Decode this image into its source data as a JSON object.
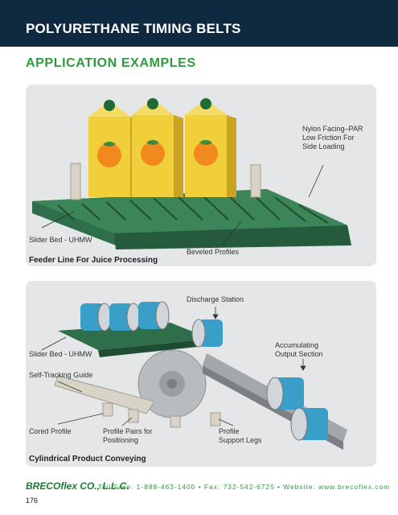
{
  "header": {
    "title": "POLYURETHANE TIMING BELTS"
  },
  "section": {
    "title": "APPLICATION EXAMPLES"
  },
  "panel1": {
    "caption": "Feeder Line For Juice Processing",
    "labels": {
      "nylon_line1": "Nylon Facing–PAR",
      "nylon_line2": "Low Friction For",
      "nylon_line3": "Side Loading",
      "slider_bed": "Slider Bed - UHMW",
      "beveled": "Beveled Profiles"
    }
  },
  "panel2": {
    "caption": "Cylindrical Product Conveying",
    "labels": {
      "discharge": "Discharge Station",
      "accum_line1": "Accumulating",
      "accum_line2": "Output Section",
      "slider_bed": "Slider Bed - UHMW",
      "self_tracking": "Self-Tracking Guide",
      "cored": "Cored Profile",
      "pairs_line1": "Profile Pairs for",
      "pairs_line2": "Positioning",
      "support_line1": "Profile",
      "support_line2": "Support Legs"
    }
  },
  "footer": {
    "logo": "BRECOflex CO., L.L.C.",
    "contact": "Toll Free: 1-888-463-1400  •  Fax: 732-542-6725  •  Website: www.brecoflex.com",
    "page_number": "176"
  },
  "colors": {
    "header_bg": "#0f2a40",
    "accent_green": "#2e9a3f",
    "belt_green": "#2f6e4a",
    "carton_yellow": "#f1cf3a",
    "filter_blue": "#3a9fc8"
  }
}
